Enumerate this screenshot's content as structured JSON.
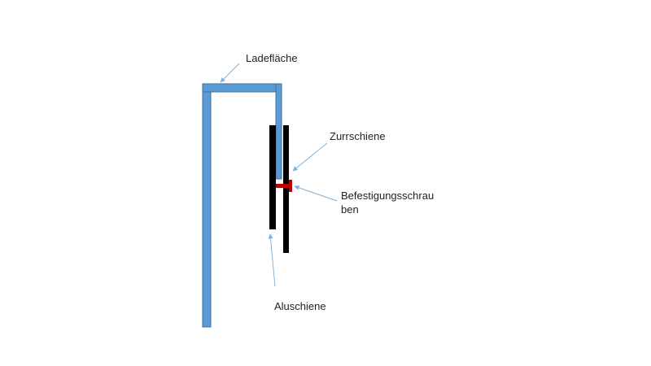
{
  "labels": {
    "ladeflaeche": "Ladefläche",
    "zurrschiene": "Zurrschiene",
    "befestigung_line1": "Befestigungsschrau",
    "befestigung_line2": "ben",
    "aluschiene": "Aluschiene"
  },
  "colors": {
    "aluminium_profile": "#5b9bd5",
    "aluminium_outline": "#41719c",
    "rail": "#000000",
    "screw": "#c00000",
    "leader_line": "#7fb2de"
  }
}
